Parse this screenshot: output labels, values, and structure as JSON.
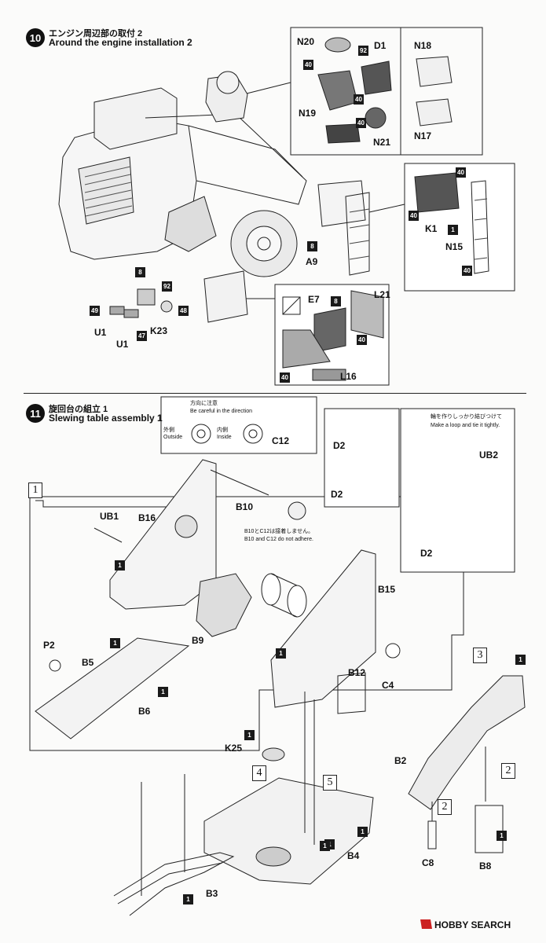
{
  "step10": {
    "number": "10",
    "title_jp": "エンジン周辺部の取付 2",
    "title_en": "Around the engine installation 2"
  },
  "step11": {
    "number": "11",
    "title_jp": "旋回台の組立 1",
    "title_en": "Slewing table assembly 1"
  },
  "parts10": {
    "N20": "N20",
    "D1": "D1",
    "N18": "N18",
    "N19": "N19",
    "N21": "N21",
    "N17": "N17",
    "K1": "K1",
    "N15": "N15",
    "A9": "A9",
    "E7": "E7",
    "L21": "L21",
    "L16": "L16",
    "U1a": "U1",
    "U1b": "U1",
    "K23": "K23"
  },
  "colors10": {
    "c40a": "40",
    "c92a": "92",
    "c40b": "40",
    "c40c": "40",
    "c40d": "40",
    "c40e": "40",
    "c1a": "1",
    "c40f": "40",
    "c8a": "8",
    "c8b": "8",
    "c92b": "92",
    "c49": "49",
    "c48": "48",
    "c47": "47",
    "c8c": "8",
    "c40g": "40",
    "c40h": "40"
  },
  "direction_note": {
    "jp": "方向に注意",
    "en": "Be careful in the direction",
    "outside_jp": "外側",
    "outside_en": "Outside",
    "inside_jp": "内側",
    "inside_en": "Inside"
  },
  "loop_note": {
    "jp": "輪を作りしっかり結びつけて",
    "en": "Make a loop and tie it tightly."
  },
  "adhere_note": {
    "jp": "B10とC12は接着しません。",
    "en": "B10 and C12 do not adhere."
  },
  "parts11": {
    "C12": "C12",
    "D2a": "D2",
    "D2b": "D2",
    "UB2": "UB2",
    "D2c": "D2",
    "UB1": "UB1",
    "B16": "B16",
    "B10": "B10",
    "B15": "B15",
    "B9": "B9",
    "P2": "P2",
    "B5": "B5",
    "B6": "B6",
    "B12": "B12",
    "C4": "C4",
    "B2": "B2",
    "K25": "K25",
    "C8": "C8",
    "B8": "B8",
    "B4": "B4",
    "B3": "B3"
  },
  "colors11": {
    "c1a": "1",
    "c1b": "1",
    "c1c": "1",
    "c1d": "1",
    "c1e": "1",
    "c1f": "1",
    "c1g": "1",
    "c1h": "1",
    "c1i": "1",
    "c1j": "1",
    "c1k": "1"
  },
  "subs": {
    "s1": "1",
    "s3": "3",
    "s2a": "2",
    "s4": "4",
    "s5": "5",
    "s2b": "2"
  },
  "watermark": "HOBBY SEARCH"
}
